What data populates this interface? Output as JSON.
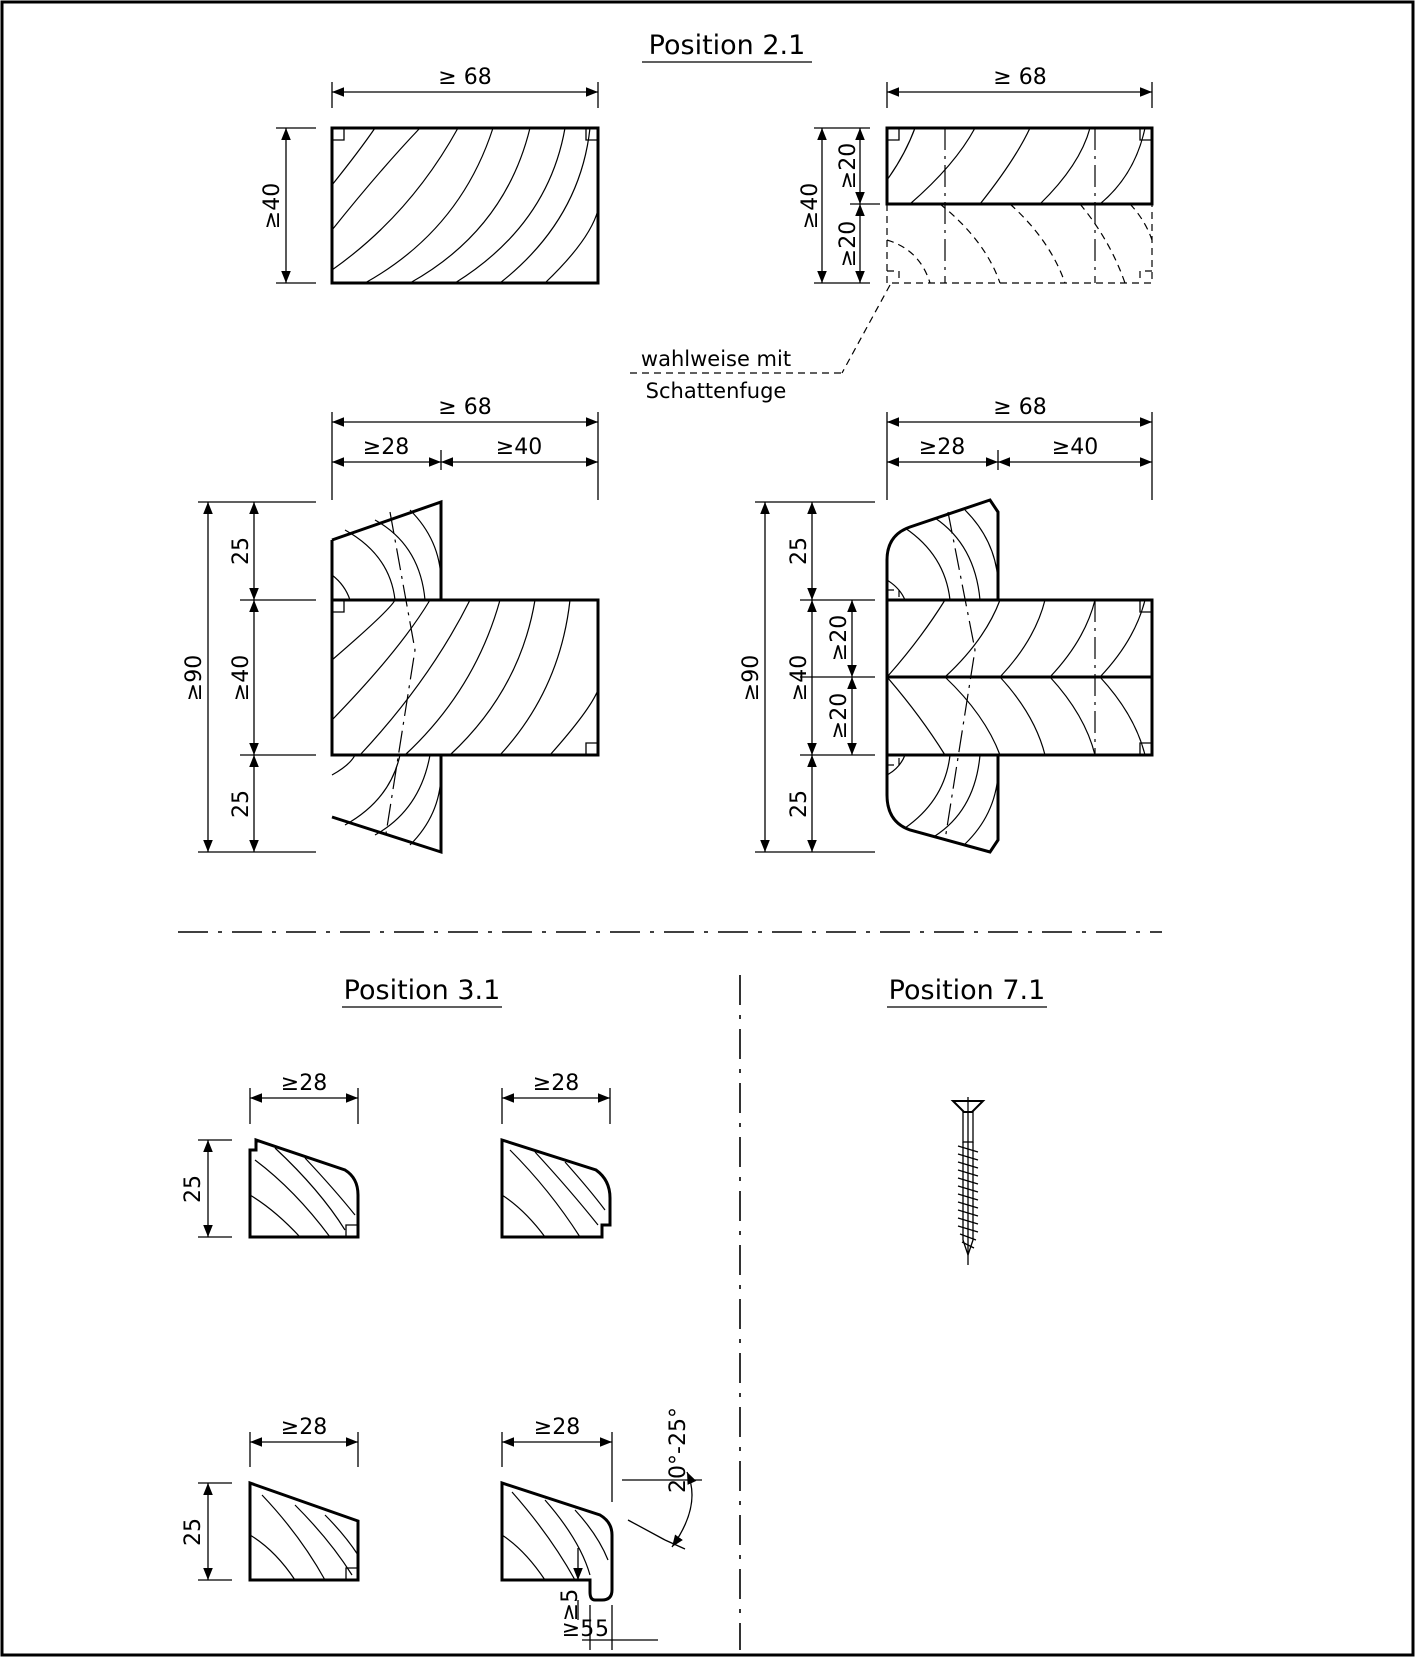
{
  "titles": {
    "pos21": "Position 2.1",
    "pos31": "Position 3.1",
    "pos71": "Position 7.1"
  },
  "dims": {
    "w68": "≥ 68",
    "h40": "≥40",
    "h20": "≥20",
    "w28": "≥28",
    "w40": "≥40",
    "h90": "≥90",
    "h25": "25",
    "min5": "≥5",
    "five": "5",
    "angle": "20°-25°"
  },
  "note": {
    "line1": "wahlweise mit",
    "line2": "Schattenfuge"
  }
}
